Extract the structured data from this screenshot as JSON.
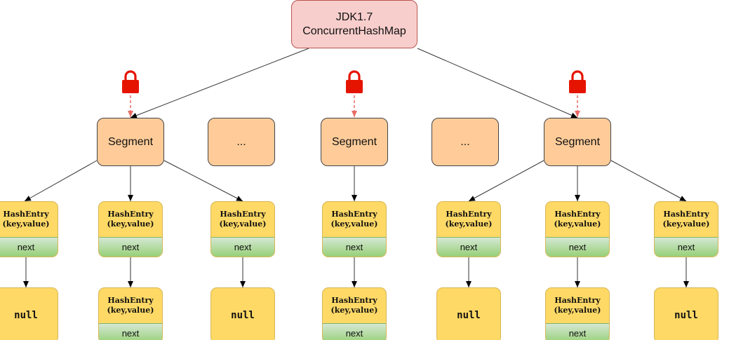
{
  "root": {
    "line1": "JDK1.7",
    "line2": "ConcurrentHashMap"
  },
  "segments": [
    {
      "label": "Segment",
      "locked": true
    },
    {
      "label": "...",
      "locked": false
    },
    {
      "label": "Segment",
      "locked": true
    },
    {
      "label": "...",
      "locked": false
    },
    {
      "label": "Segment",
      "locked": true
    }
  ],
  "entry": {
    "name": "HashEntry",
    "params": "(key,value)",
    "next": "next"
  },
  "null_label": "null",
  "icons": {
    "lock": "lock-icon"
  },
  "colors": {
    "root_fill": "#f8cecc",
    "root_border": "#b85450",
    "segment_fill": "#ffcc99",
    "entry_fill": "#ffd966",
    "next_fill": "#97d077",
    "lock": "#e51400",
    "lock_arrow": "#ea6b66"
  }
}
